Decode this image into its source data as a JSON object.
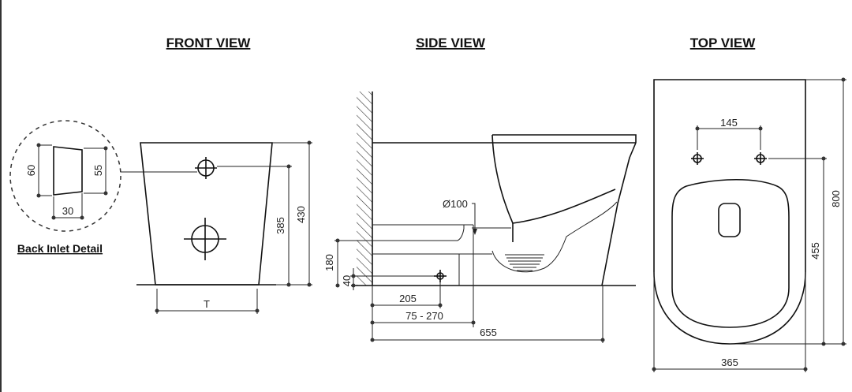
{
  "views": {
    "front": "FRONT VIEW",
    "side": "SIDE VIEW",
    "top": "TOP VIEW"
  },
  "detail": {
    "label": "Back Inlet Detail",
    "dims": {
      "height_outer": "60",
      "height_inner": "55",
      "width": "30"
    }
  },
  "front_dims": {
    "inlet_height": "385",
    "total_height": "430",
    "base": "T"
  },
  "side_dims": {
    "pipe_dia": "Ø100",
    "inlet_height": "180",
    "outlet_height": "40",
    "set_out": "205",
    "range": "75 - 270",
    "length": "655"
  },
  "top_dims": {
    "fixing_spacing": "145",
    "fixing_depth": "455",
    "length": "800",
    "width": "365"
  }
}
